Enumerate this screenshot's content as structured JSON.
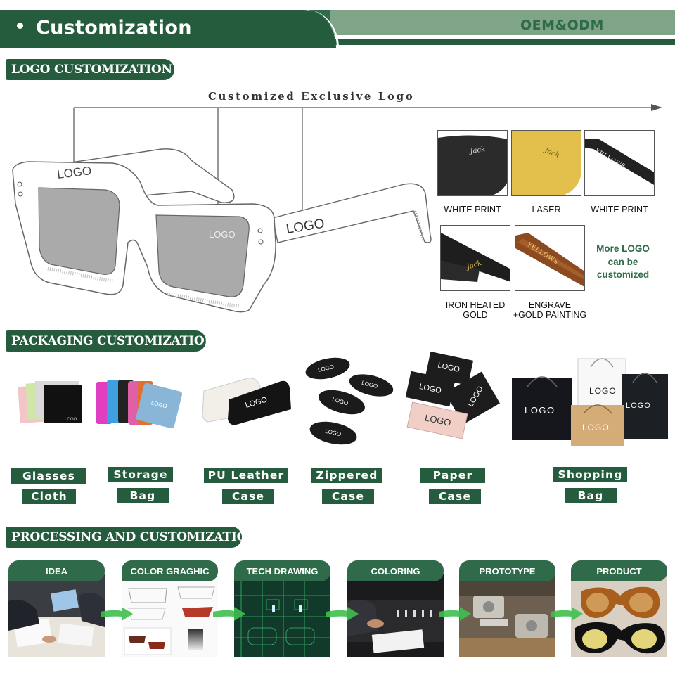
{
  "header": {
    "title": "Customization",
    "right_label": "OEM&ODM"
  },
  "logo_section": {
    "tag": "LOGO CUSTOMIZATION",
    "subtitle": "Customized Exclusive Logo",
    "frame_logo_text": "LOGO",
    "samples": [
      {
        "caption": "WHITE PRINT",
        "engraving": "Jack"
      },
      {
        "caption": "LASER",
        "engraving": "Jack"
      },
      {
        "caption": "WHITE PRINT",
        "engraving": "YELLOWS"
      },
      {
        "caption_line1": "IRON HEATED",
        "caption_line2": "GOLD",
        "engraving": "Jack"
      },
      {
        "caption_line1": "ENGRAVE",
        "caption_line2": "+GOLD PAINTING",
        "engraving": "YELLOWS"
      }
    ],
    "more_note": [
      "More LOGO",
      "can be",
      "customized"
    ]
  },
  "packaging_section": {
    "tag": "PACKAGING CUSTOMIZATION",
    "item_logo_text": "LOGO",
    "items": [
      {
        "line1": "Glasses",
        "line2": "Cloth"
      },
      {
        "line1": "Storage",
        "line2": "Bag"
      },
      {
        "line1": "PU Leather",
        "line2": "Case"
      },
      {
        "line1": "Zippered",
        "line2": "Case"
      },
      {
        "line1": "Paper",
        "line2": "Case"
      },
      {
        "line1": "Shopping",
        "line2": "Bag"
      }
    ]
  },
  "processing_section": {
    "tag": "PROCESSING AND CUSTOMIZATION",
    "steps": [
      "IDEA",
      "COLOR GRAGHIC",
      "TECH DRAWING",
      "COLORING",
      "PROTOTYPE",
      "PRODUCT"
    ]
  },
  "colors": {
    "brand_green": "#255c3e",
    "light_green": "#7fa487",
    "note_green": "#2f6b4b",
    "arrow_green": "#3fbf4f"
  }
}
